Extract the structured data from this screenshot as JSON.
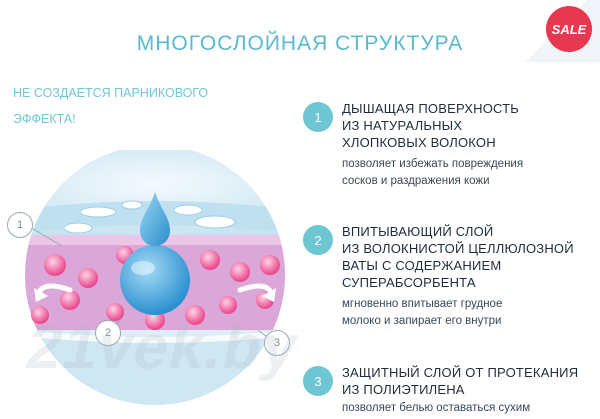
{
  "title": "МНОГОСЛОЙНАЯ СТРУКТУРА",
  "sale_badge": "SALE",
  "subtitle": [
    "НЕ СОЗДАЕТСЯ ПАРНИКОВОГО",
    "ЭФФЕКТА!"
  ],
  "callouts": [
    "1",
    "2",
    "3"
  ],
  "features": [
    {
      "number": "1",
      "title_lines": [
        "ДЫШАЩАЯ ПОВЕРХНОСТЬ",
        "ИЗ НАТУРАЛЬНЫХ",
        "ХЛОПКОВЫХ ВОЛОКОН"
      ],
      "description_lines": [
        "позволяет избежать повреждения",
        "сосков и раздражения кожи"
      ]
    },
    {
      "number": "2",
      "title_lines": [
        "ВПИТЫВАЮЩИЙ СЛОЙ",
        "ИЗ ВОЛОКНИСТОЙ ЦЕЛЛЮЛОЗНОЙ",
        "ВАТЫ С СОДЕРЖАНИЕМ",
        "СУПЕРАБСОРБЕНТА"
      ],
      "description_lines": [
        "мгновенно впитывает грудное",
        "молоко и запирает его внутри"
      ]
    },
    {
      "number": "3",
      "title_lines": [
        "ЗАЩИТНЫЙ СЛОЙ ОТ ПРОТЕКАНИЯ",
        "ИЗ ПОЛИЭТИЛЕНА"
      ],
      "description_lines": [
        "позволяет белью оставаться сухим"
      ]
    }
  ],
  "watermark": "21vek.by",
  "colors": {
    "accent": "#5ab8cf",
    "number_circle": "#6fc6d3",
    "sale": "#e8384f",
    "absorbent_layer": "#d9a6d8",
    "bead": "#ef4b8e",
    "drop": "#3aa6dd"
  }
}
